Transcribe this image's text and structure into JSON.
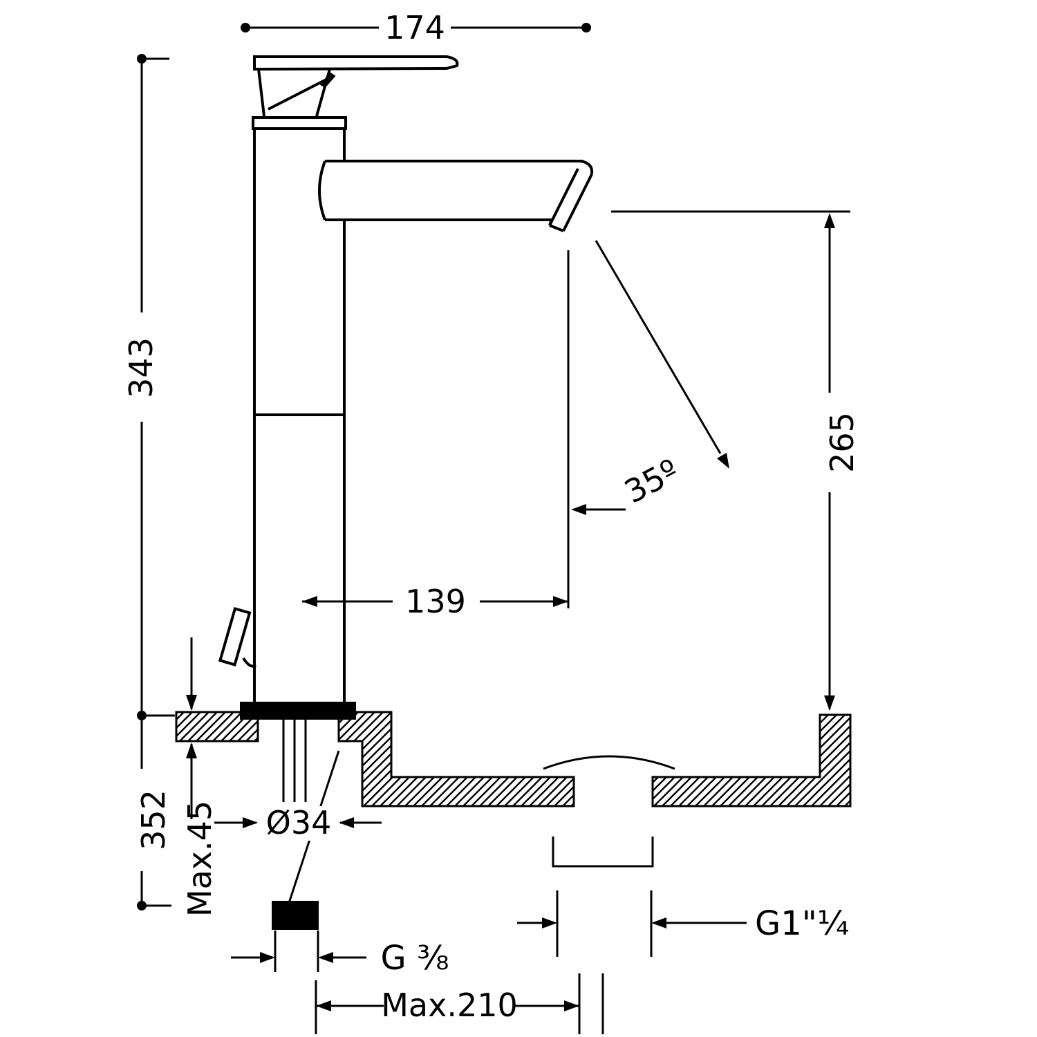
{
  "dims": {
    "overall_width": "174",
    "body_height": "343",
    "under_counter_depth": "352",
    "counter_thickness": "Max.45",
    "hole_diameter": "Ø34",
    "supply_thread": "G ⅜",
    "max_centres": "Max.210",
    "spout_reach": "139",
    "spout_angle": "35º",
    "spout_height": "265",
    "drain_thread": "G1\"¼"
  }
}
